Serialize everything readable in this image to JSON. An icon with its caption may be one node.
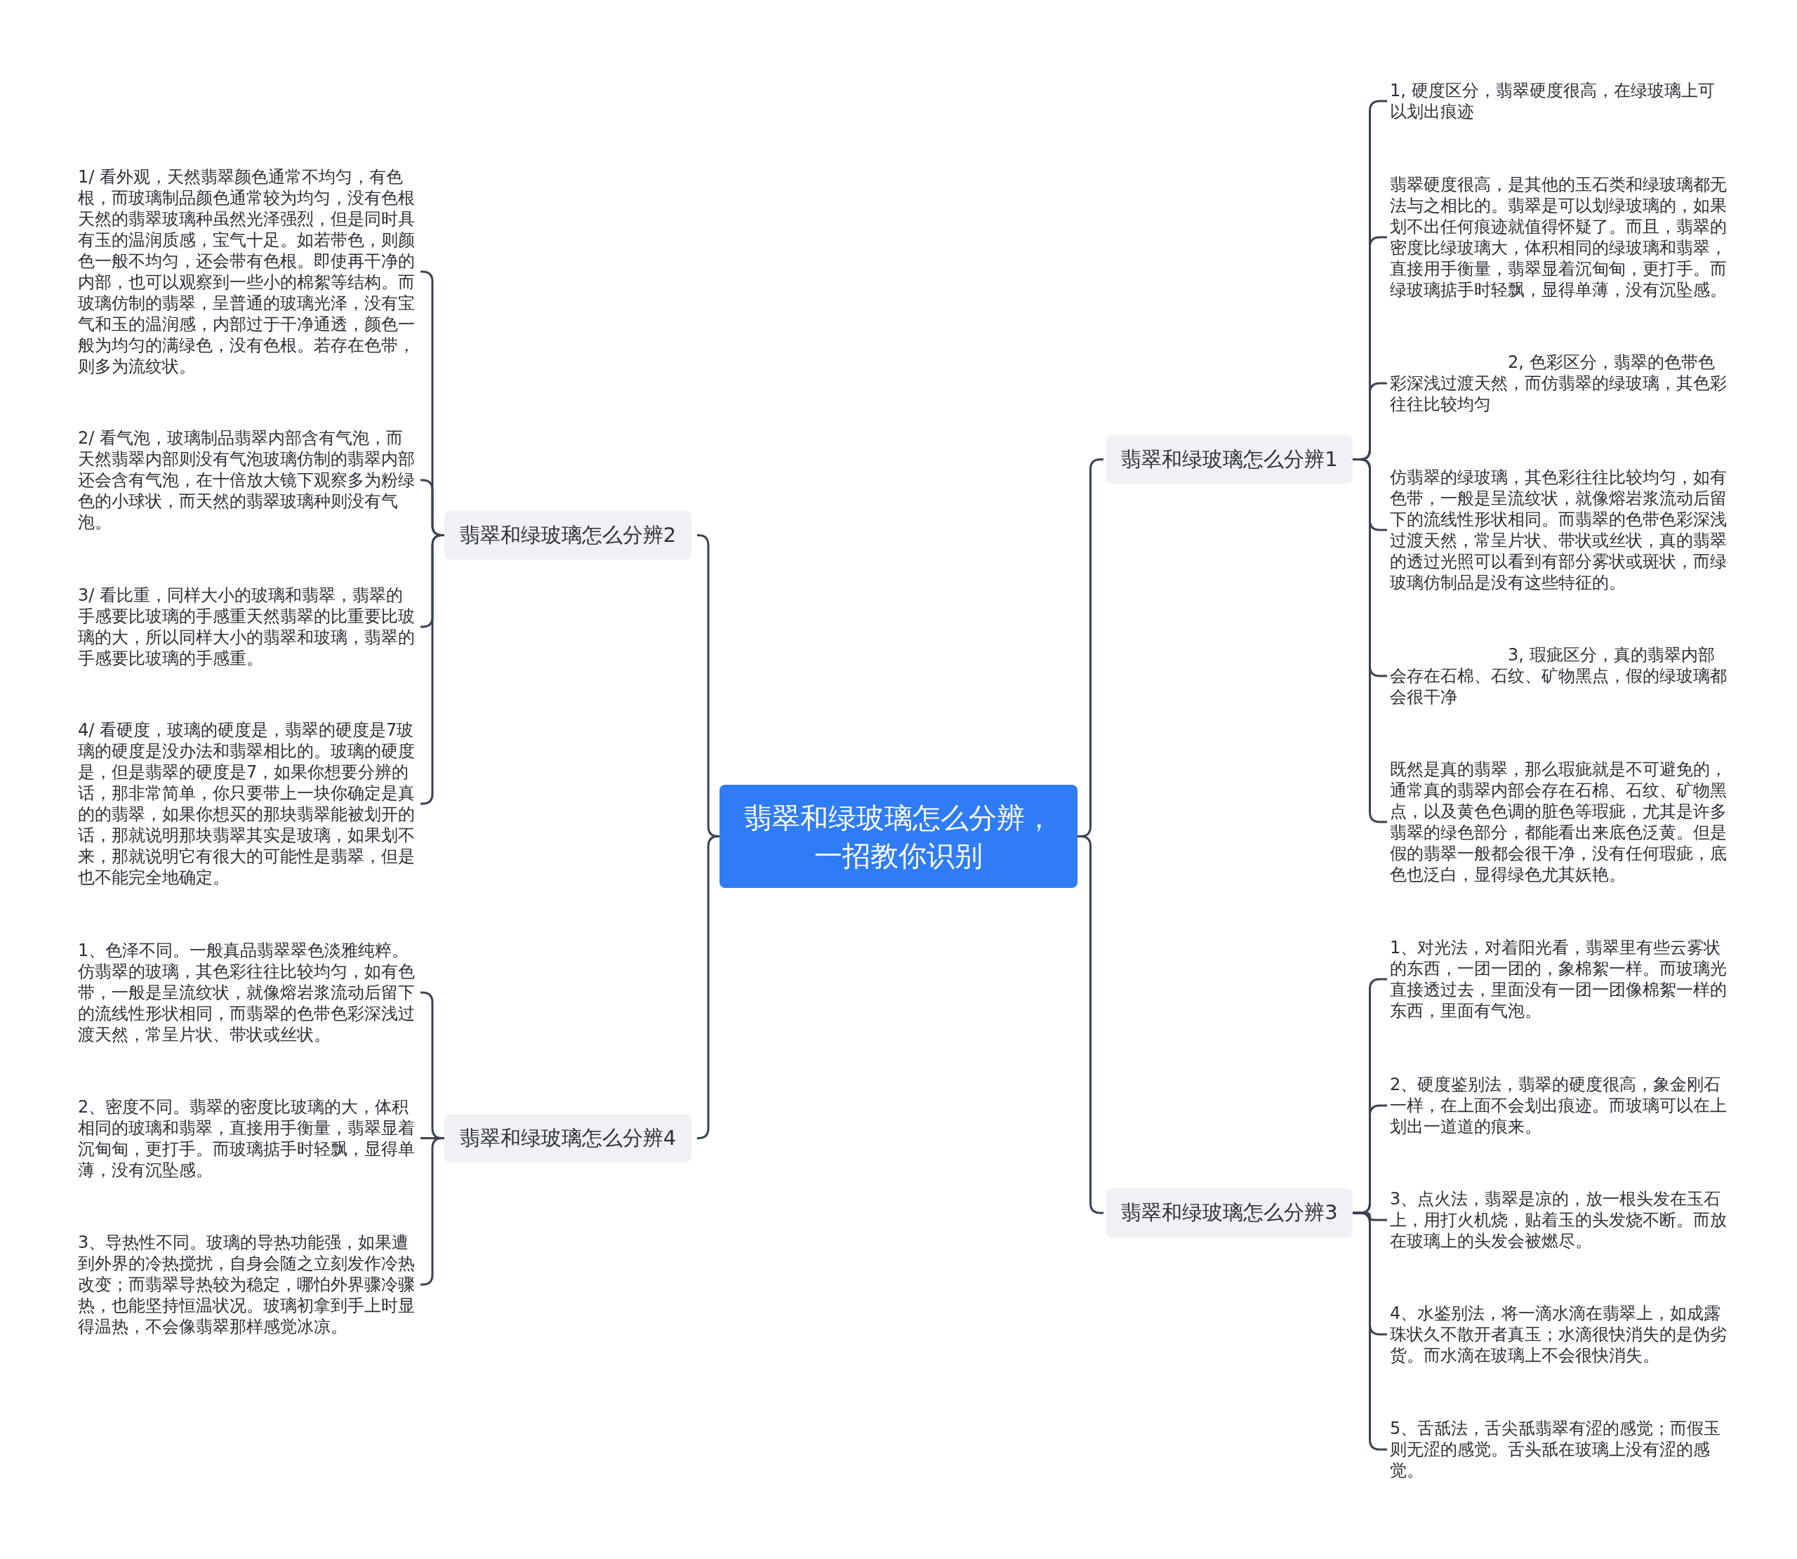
{
  "diagram": {
    "nodes": [
      {
        "text": [
          "翡翠和绿玻璃怎么分辨，一招教你识别"
        ]
      },
      {
        "text": [
          "翡翠和绿玻璃怎么分辨2"
        ]
      },
      {
        "text": [
          "1/ 看外观，天然翡翠颜色通常不均匀，有色根，而玻璃制品颜色通常较为均匀，没有色根天然的翡翠玻璃种虽然光泽强烈，但是同时具有玉的温润质感，宝气十足。如若带色，则颜色一般不均匀，还会带有色根。即使再干净的内部，也可以观察到一些小的棉絮等结构。而玻璃仿制的翡翠，呈普通的玻璃光泽，没有宝气和玉的温润感，内部过于干净通透，颜色一般为均匀的满绿色，没有色根。若存在色带，则多为流纹状。"
        ]
      },
      {
        "text": [
          "2/ 看气泡，玻璃制品翡翠内部含有气泡，而天然翡翠内部则没有气泡玻璃仿制的翡翠内部还会含有气泡，在十倍放大镜下观察多为粉绿色的小球状，而天然的翡翠玻璃种则没有气泡。"
        ]
      },
      {
        "text": [
          "3/ 看比重，同样大小的玻璃和翡翠，翡翠的手感要比玻璃的手感重天然翡翠的比重要比玻璃的大，所以同样大小的翡翠和玻璃，翡翠的手感要比玻璃的手感重。"
        ]
      },
      {
        "text": [
          "4/ 看硬度，玻璃的硬度是，翡翠的硬度是7玻璃的硬度是没办法和翡翠相比的。玻璃的硬度是，但是翡翠的硬度是7，如果你想要分辨的话，那非常简单，你只要带上一块你确定是真的的翡翠，如果你想买的那块翡翠能被划开的话，那就说明那块翡翠其实是玻璃，如果划不来，那就说明它有很大的可能性是翡翠，但是也不能完全地确定。"
        ]
      },
      {
        "text": [
          "翡翠和绿玻璃怎么分辨4"
        ]
      },
      {
        "text": [
          "1、色泽不同。一般真品翡翠翠色淡雅纯粹。仿翡翠的玻璃，其色彩往往比较均匀，如有色带，一般是呈流纹状，就像熔岩浆流动后留下的流线性形状相同，而翡翠的色带色彩深浅过渡天然，常呈片状、带状或丝状。"
        ]
      },
      {
        "text": [
          "2、密度不同。翡翠的密度比玻璃的大，体积相同的玻璃和翡翠，直接用手衡量，翡翠显着沉甸甸，更打手。而玻璃掂手时轻飘，显得单薄，没有沉坠感。"
        ]
      },
      {
        "text": [
          "3、导热性不同。玻璃的导热功能强，如果遭到外界的冷热搅扰，自身会随之立刻发作冷热改变；而翡翠导热较为稳定，哪怕外界骤冷骤热，也能坚持恒温状况。玻璃初拿到手上时显得温热，不会像翡翠那样感觉冰凉。"
        ]
      },
      {
        "text": [
          "翡翠和绿玻璃怎么分辨1"
        ]
      },
      {
        "text": [
          "1, 硬度区分，翡翠硬度很高，在绿玻璃上可以划出痕迹"
        ]
      },
      {
        "text": [
          "翡翠硬度很高，是其他的玉石类和绿玻璃都无法与之相比的。翡翠是可以划绿玻璃的，如果划不出任何痕迹就值得怀疑了。而且，翡翠的密度比绿玻璃大，体积相同的绿玻璃和翡翠，直接用手衡量，翡翠显着沉甸甸，更打手。而绿玻璃掂手时轻飘，显得单薄，没有沉坠感。"
        ]
      },
      {
        "text": [
          "2, 色彩区分，翡翠的色带色彩深浅过渡天然，而仿翡翠的绿玻璃，其色彩往往比较均匀"
        ]
      },
      {
        "text": [
          "仿翡翠的绿玻璃，其色彩往往比较均匀，如有色带，一般是呈流纹状，就像熔岩浆流动后留下的流线性形状相同。而翡翠的色带色彩深浅过渡天然，常呈片状、带状或丝状，真的翡翠的透过光照可以看到有部分雾状或斑状，而绿玻璃仿制品是没有这些特征的。"
        ]
      },
      {
        "text": [
          "3, 瑕疵区分，真的翡翠内部会存在石棉、石纹、矿物黑点，假的绿玻璃都会很干净"
        ]
      },
      {
        "text": [
          "既然是真的翡翠，那么瑕疵就是不可避免的，通常真的翡翠内部会存在石棉、石纹、矿物黑点，以及黄色色调的脏色等瑕疵，尤其是许多翡翠的绿色部分，都能看出来底色泛黄。但是假的翡翠一般都会很干净，没有任何瑕疵，底色也泛白，显得绿色尤其妖艳。"
        ]
      },
      {
        "text": [
          "翡翠和绿玻璃怎么分辨3"
        ]
      },
      {
        "text": [
          "1、对光法，对着阳光看，翡翠里有些云雾状的东西，一团一团的，象棉絮一样。而玻璃光直接透过去，里面没有一团一团像棉絮一样的东西，里面有气泡。"
        ]
      },
      {
        "text": [
          "2、硬度鉴别法，翡翠的硬度很高，象金刚石一样，在上面不会划出痕迹。而玻璃可以在上划出一道道的痕来。"
        ]
      },
      {
        "text": [
          "3、点火法，翡翠是凉的，放一根头发在玉石上，用打火机烧，贴着玉的头发烧不断。而放在玻璃上的头发会被燃尽。"
        ]
      },
      {
        "text": [
          "4、水鉴别法，将一滴水滴在翡翠上，如成露珠状久不散开者真玉；水滴很快消失的是伪劣货。而水滴在玻璃上不会很快消失。"
        ]
      },
      {
        "text": [
          "5、舌舐法，舌尖舐翡翠有涩的感觉；而假玉则无涩的感觉。舌头舐在玻璃上没有涩的感觉。"
        ]
      }
    ],
    "edges": [
      {
        "from": 0,
        "to": 1,
        "arrow": "none"
      },
      {
        "from": 1,
        "to": 2,
        "arrow": "none"
      },
      {
        "from": 1,
        "to": 3,
        "arrow": "none"
      },
      {
        "from": 1,
        "to": 4,
        "arrow": "none"
      },
      {
        "from": 1,
        "to": 5,
        "arrow": "none"
      },
      {
        "from": 0,
        "to": 6,
        "arrow": "none"
      },
      {
        "from": 6,
        "to": 7,
        "arrow": "none"
      },
      {
        "from": 6,
        "to": 8,
        "arrow": "none"
      },
      {
        "from": 6,
        "to": 9,
        "arrow": "none"
      },
      {
        "from": 0,
        "to": 10,
        "arrow": "none"
      },
      {
        "from": 10,
        "to": 11,
        "arrow": "none"
      },
      {
        "from": 10,
        "to": 12,
        "arrow": "none"
      },
      {
        "from": 10,
        "to": 13,
        "arrow": "none"
      },
      {
        "from": 10,
        "to": 14,
        "arrow": "none"
      },
      {
        "from": 10,
        "to": 15,
        "arrow": "none"
      },
      {
        "from": 10,
        "to": 16,
        "arrow": "none"
      },
      {
        "from": 0,
        "to": 17,
        "arrow": "none"
      },
      {
        "from": 17,
        "to": 18,
        "arrow": "none"
      },
      {
        "from": 17,
        "to": 19,
        "arrow": "none"
      },
      {
        "from": 17,
        "to": 20,
        "arrow": "none"
      },
      {
        "from": 17,
        "to": 21,
        "arrow": "none"
      },
      {
        "from": 17,
        "to": 22,
        "arrow": "none"
      }
    ]
  }
}
